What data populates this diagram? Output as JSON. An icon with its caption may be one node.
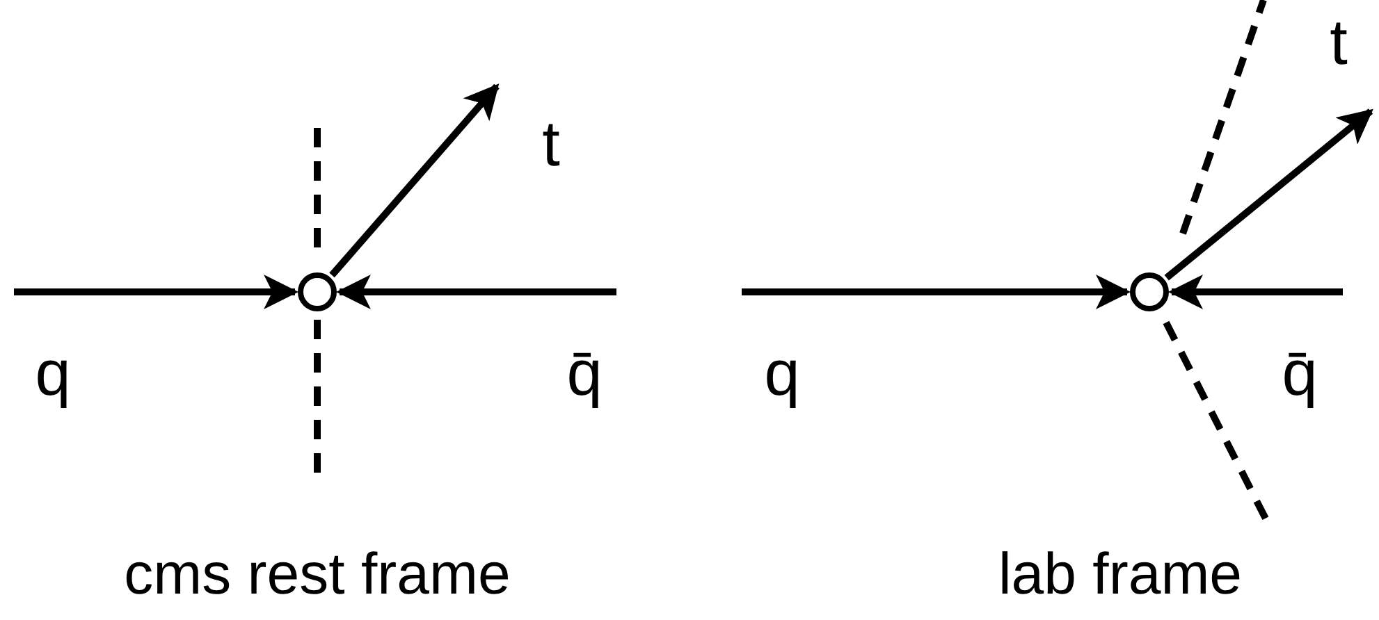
{
  "diagram": {
    "nodes": [
      {
        "text": [],
        "shape": "circle"
      },
      {
        "text": [],
        "shape": "circle"
      }
    ],
    "edges": [
      {
        "from": null,
        "to": 0,
        "arrow": "to",
        "label": "q"
      },
      {
        "from": null,
        "to": 0,
        "arrow": "to",
        "label": "q̄"
      },
      {
        "from": 0,
        "to": null,
        "arrow": "to",
        "label": "t"
      },
      {
        "from": null,
        "to": 1,
        "arrow": "to",
        "label": "q"
      },
      {
        "from": null,
        "to": 1,
        "arrow": "to",
        "label": "q̄"
      },
      {
        "from": 1,
        "to": null,
        "arrow": "to",
        "label": "t"
      }
    ],
    "labels": [
      "cms rest frame",
      "lab frame"
    ]
  }
}
